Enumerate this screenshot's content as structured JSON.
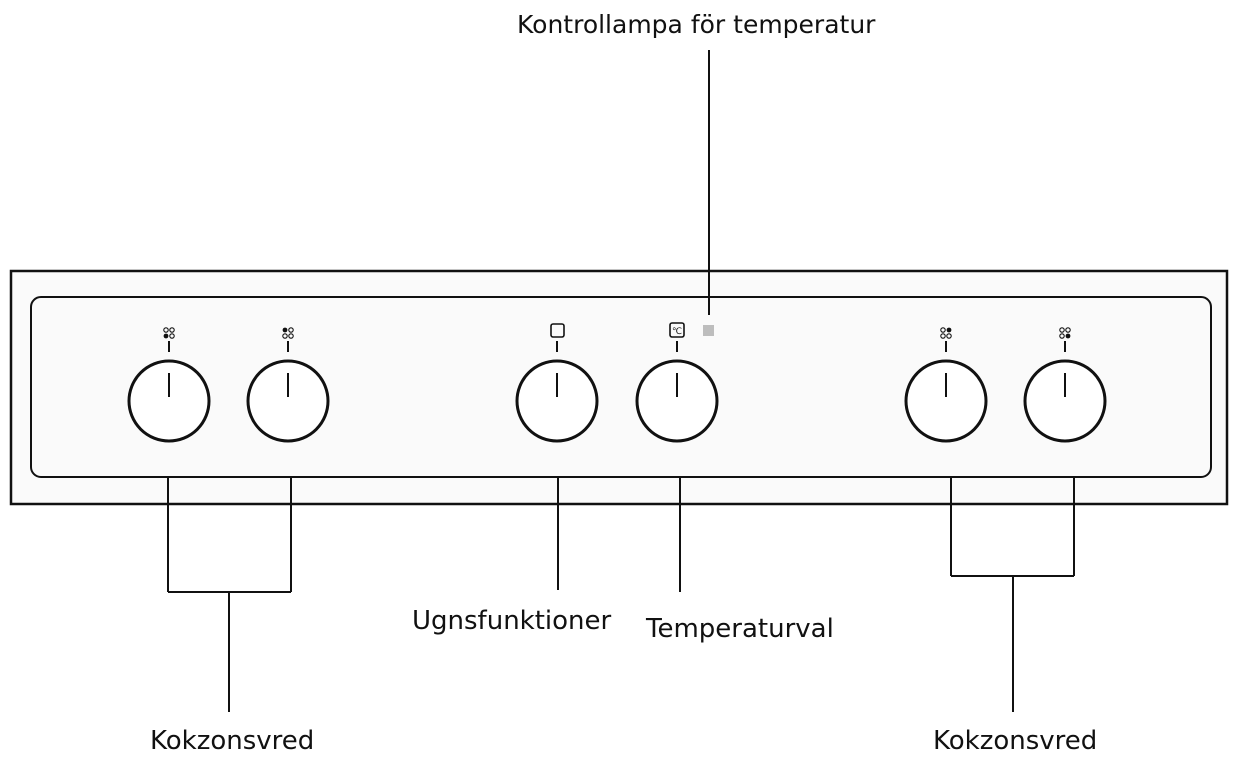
{
  "labels": {
    "indicator_lamp": "Kontrollampa för temperatur",
    "oven_functions": "Ugnsfunktioner",
    "temperature_selection": "Temperaturval",
    "hob_knobs_left": "Kokzonsvred",
    "hob_knobs_right": "Kokzonsvred"
  },
  "panel": {
    "knobs": [
      {
        "id": "hob-1",
        "symbol": "hob-zone-rear-left-icon"
      },
      {
        "id": "hob-2",
        "symbol": "hob-zone-front-left-icon"
      },
      {
        "id": "oven-function",
        "symbol": "oven-function-square-icon"
      },
      {
        "id": "temperature",
        "symbol": "thermostat-celsius-icon"
      },
      {
        "id": "hob-3",
        "symbol": "hob-zone-front-right-icon"
      },
      {
        "id": "hob-4",
        "symbol": "hob-zone-rear-right-icon"
      }
    ],
    "indicator_color": "#bdbdbd",
    "line_color": "#111111"
  }
}
